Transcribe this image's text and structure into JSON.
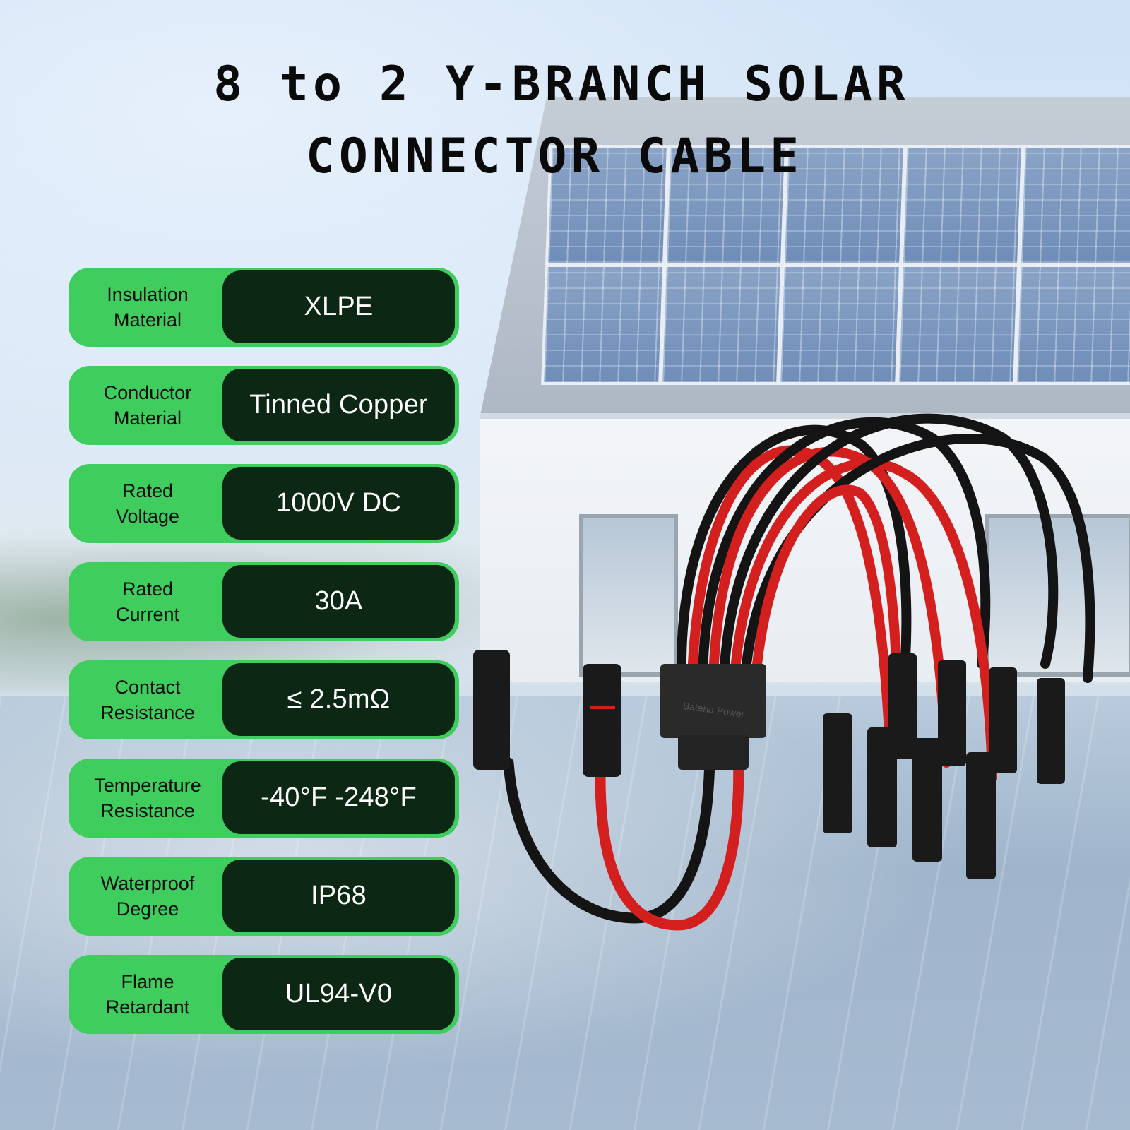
{
  "headline": {
    "line1": "8 to 2 Y-BRANCH SOLAR",
    "line2": "CONNECTOR CABLE"
  },
  "specs": [
    {
      "label": "Insulation\nMaterial",
      "value": "XLPE"
    },
    {
      "label": "Conductor\nMaterial",
      "value": "Tinned Copper"
    },
    {
      "label": "Rated\nVoltage",
      "value": "1000V DC"
    },
    {
      "label": "Rated\nCurrent",
      "value": "30A"
    },
    {
      "label": "Contact\nResistance",
      "value": "≤ 2.5mΩ"
    },
    {
      "label": "Temperature\nResistance",
      "value": "-40°F -248°F"
    },
    {
      "label": "Waterproof\nDegree",
      "value": "IP68"
    },
    {
      "label": "Flame\nRetardant",
      "value": "UL94-V0"
    }
  ],
  "product": {
    "hub_brand_text": "Bateria Power",
    "cable_colors": {
      "positive": "#d41f1f",
      "negative": "#141414"
    }
  },
  "colors": {
    "card_green": "#3fce5e",
    "card_dark": "#0c2814",
    "value_text": "#ffffff",
    "label_text": "#0c0c0c"
  }
}
